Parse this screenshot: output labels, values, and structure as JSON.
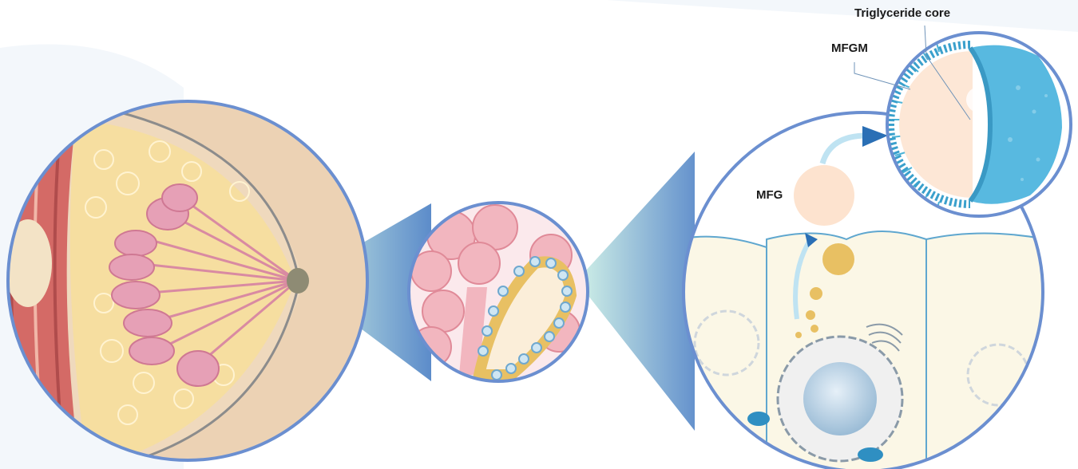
{
  "labels": {
    "triglyceride_core": "Triglyceride core",
    "mfgm": "MFGM",
    "mfg": "MFG"
  },
  "colors": {
    "ring": "#6b8fd0",
    "fat_tissue": "#f6dea0",
    "lobule": "#e49ab0",
    "muscle": "#c85a5a",
    "skin": "#ecd2b4",
    "cone_light": "#bfe8dc",
    "cone_dark": "#4a7fc4",
    "alveolus": "#f2b6bf",
    "duct_cell": "#a9d4ea",
    "cell_fill": "#fbf7e6",
    "nucleus": "#b7d0e4",
    "mfg": "#fde3cf",
    "membrane": "#3aa0cc",
    "droplet": "#e8c063",
    "arrow": "#2a6fb5"
  },
  "icons": [
    "breast-anatomy",
    "alveolus-lobule",
    "secretory-cell",
    "milk-fat-globule"
  ]
}
